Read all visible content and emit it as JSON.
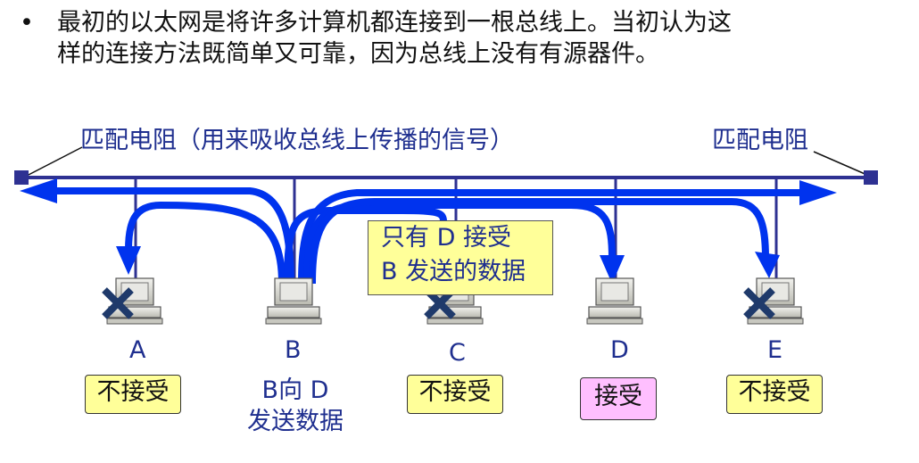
{
  "intro": {
    "bullet": "•",
    "line1": "最初的以太网是将许多计算机都连接到一根总线上。当初认为这",
    "line2": "样的连接方法既简单又可靠，因为总线上没有有源器件。"
  },
  "labels": {
    "terminator_left": "匹配电阻（用来吸收总线上传播的信号）",
    "terminator_right": "匹配电阻"
  },
  "callout": {
    "line1": "只有 D 接受",
    "line2": "B 发送的数据"
  },
  "nodes": [
    {
      "name": "A",
      "status": "不接受",
      "accepted": false
    },
    {
      "name": "B",
      "note_line1": "B向 D",
      "note_line2": "发送数据"
    },
    {
      "name": "C",
      "status": "不接受",
      "accepted": false
    },
    {
      "name": "D",
      "status": "接受",
      "accepted": true
    },
    {
      "name": "E",
      "status": "不接受",
      "accepted": false
    }
  ],
  "colors": {
    "bus": "#2e3192",
    "signal": "#0033ee",
    "reject_mark": "#1f3a6b",
    "reject_box": "#ffff99",
    "accept_box": "#ffbfff"
  }
}
